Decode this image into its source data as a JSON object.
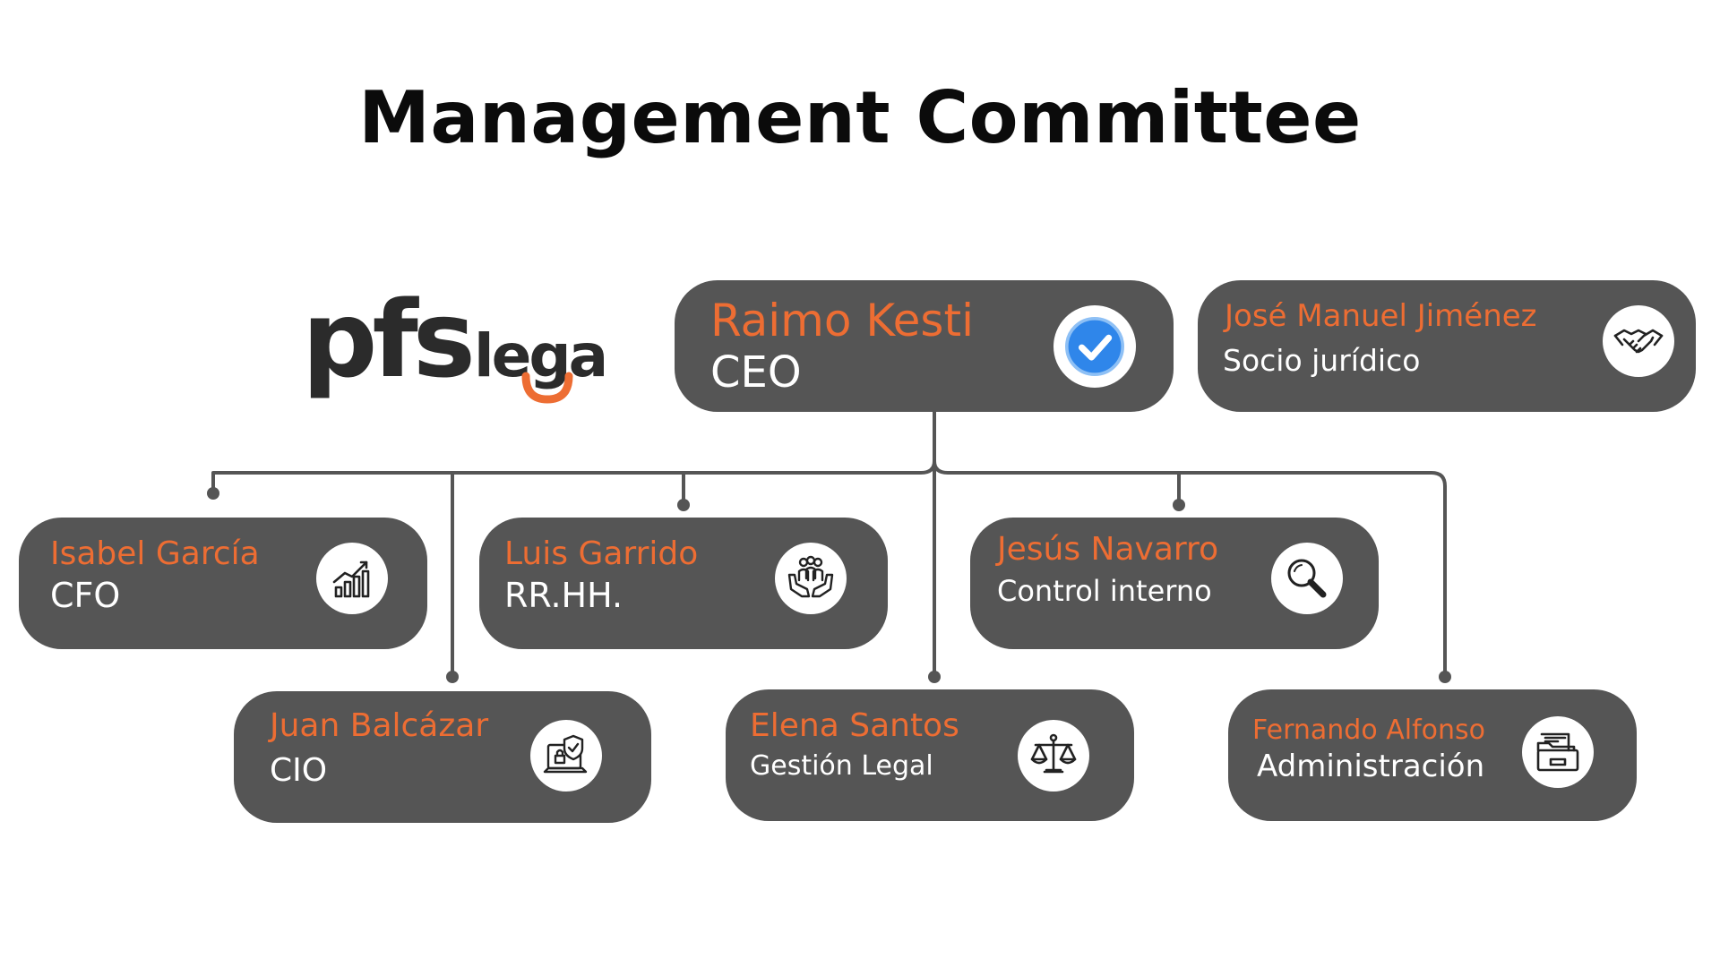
{
  "title": "Management Committee",
  "logo": {
    "main": "pfs",
    "sub": "legal"
  },
  "colors": {
    "card_bg": "#555555",
    "name_accent": "#ed6d33",
    "role_text": "#ffffff",
    "connector": "#555555",
    "check_blue": "#2f86ea"
  },
  "ceo": {
    "name": "Raimo Kesti",
    "role": "CEO",
    "icon": "verified-check-icon"
  },
  "partner": {
    "name": "José Manuel Jiménez",
    "role": "Socio jurídico",
    "icon": "handshake-icon"
  },
  "members": [
    {
      "name": "Isabel García",
      "role": "CFO",
      "icon": "growth-chart-icon"
    },
    {
      "name": "Luis Garrido",
      "role": "RR.HH.",
      "icon": "people-in-hands-icon"
    },
    {
      "name": "Jesús Navarro",
      "role": "Control interno",
      "icon": "magnifier-icon"
    },
    {
      "name": "Juan Balcázar",
      "role": "CIO",
      "icon": "laptop-security-icon"
    },
    {
      "name": "Elena Santos",
      "role": "Gestión Legal",
      "icon": "scales-icon"
    },
    {
      "name": "Fernando Alfonso",
      "role": "Administración",
      "icon": "folder-drawer-icon"
    }
  ]
}
